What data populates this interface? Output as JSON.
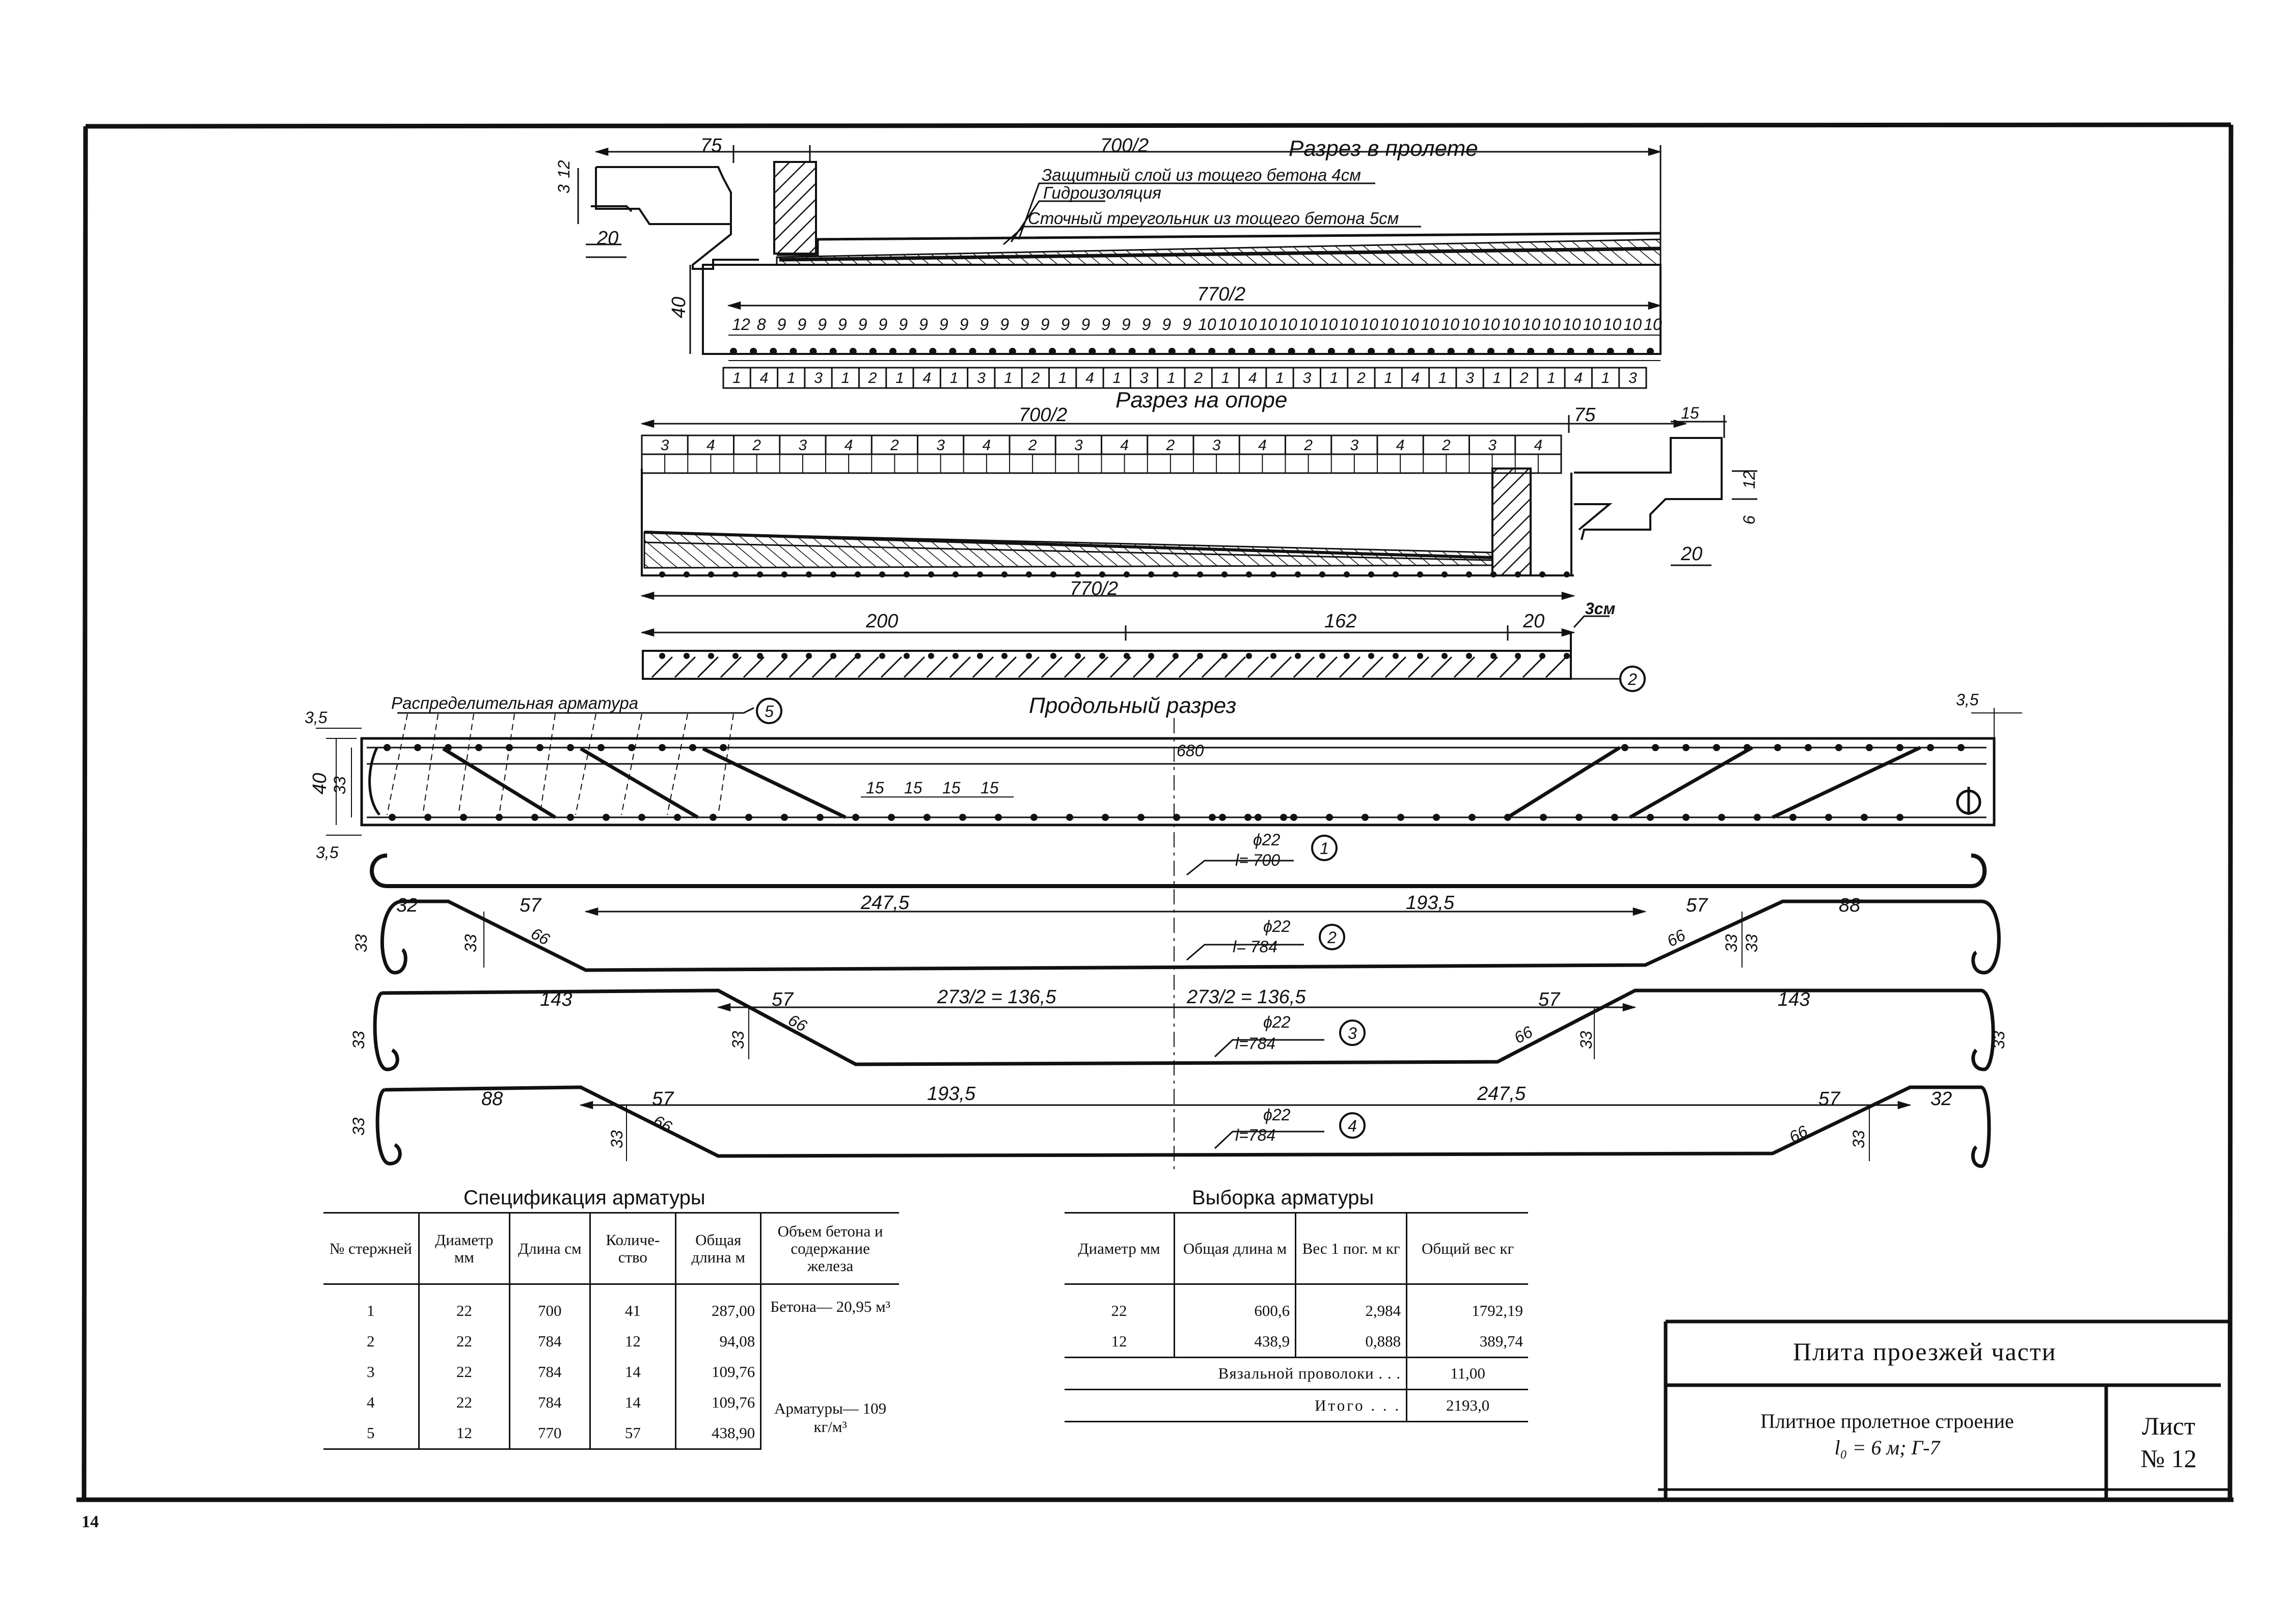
{
  "page_number": "14",
  "sections": {
    "span": "Разрез в пролете",
    "support": "Разрез на опоре",
    "longitudinal": "Продольный разрез"
  },
  "annotations": {
    "protective": "Защитный слой из тощего бетона 4см",
    "waterproof": "Гидроизоляция",
    "drain": "Сточный треугольник из тощего бетона 5см",
    "distribution": "Распределительная арматура",
    "cm3": "3см"
  },
  "span_section": {
    "dims": [
      "75",
      "700/2",
      "3",
      "12",
      "20",
      "40",
      "770/2"
    ],
    "spacings": [
      "12",
      "8",
      "9",
      "9",
      "9",
      "9",
      "9",
      "9",
      "9",
      "9",
      "9",
      "9",
      "9",
      "9",
      "9",
      "9",
      "9",
      "9",
      "9",
      "9",
      "9",
      "9",
      "9",
      "10",
      "10",
      "10",
      "10",
      "10",
      "10",
      "10",
      "10",
      "10",
      "10",
      "10",
      "10",
      "10",
      "10",
      "10",
      "10",
      "10",
      "10",
      "10",
      "10",
      "10",
      "10",
      "10"
    ],
    "bars": [
      "1",
      "4",
      "1",
      "3",
      "1",
      "2",
      "1",
      "4",
      "1",
      "3",
      "1",
      "2",
      "1",
      "4",
      "1",
      "3",
      "1",
      "2",
      "1",
      "4",
      "1",
      "3",
      "1",
      "2",
      "1",
      "4",
      "1",
      "3",
      "1",
      "2",
      "1",
      "4",
      "1",
      "3"
    ]
  },
  "support_section": {
    "dims": [
      "700/2",
      "75",
      "15",
      "12",
      "6",
      "20",
      "770/2",
      "200",
      "162",
      "20"
    ],
    "bars_top": [
      "3",
      "4",
      "2",
      "3",
      "4",
      "2",
      "3",
      "4",
      "2",
      "3",
      "4",
      "2",
      "3",
      "4",
      "2",
      "3",
      "4",
      "2",
      "3",
      "4"
    ],
    "marker": "2"
  },
  "long_section": {
    "dims": [
      "3,5",
      "40",
      "33",
      "3,5",
      "680",
      "15",
      "15",
      "15",
      "15",
      "3,5"
    ],
    "marker": "5"
  },
  "bars": [
    {
      "mark": "1",
      "dia": "ϕ22",
      "len": "l= 700",
      "dims": []
    },
    {
      "mark": "2",
      "dia": "ϕ22",
      "len": "l= 784",
      "dims": [
        "32",
        "57",
        "66",
        "247,5",
        "193,5",
        "57",
        "66",
        "88",
        "33",
        "33",
        "33",
        "33"
      ]
    },
    {
      "mark": "3",
      "dia": "ϕ22",
      "len": "l=784",
      "dims": [
        "143",
        "57",
        "66",
        "273/2 = 136,5",
        "273/2 = 136,5",
        "57",
        "66",
        "143",
        "33",
        "33",
        "33",
        "33"
      ]
    },
    {
      "mark": "4",
      "dia": "ϕ22",
      "len": "l=784",
      "dims": [
        "88",
        "57",
        "66",
        "193,5",
        "247,5",
        "57",
        "66",
        "32",
        "33",
        "33",
        "33"
      ]
    }
  ],
  "spec_table": {
    "title": "Спецификация арматуры",
    "headers": [
      "№ стержней",
      "Диаметр мм",
      "Длина см",
      "Количе-ство",
      "Общая длина м",
      "Объем бетона и содержание железа"
    ],
    "rows": [
      [
        "1",
        "22",
        "700",
        "41",
        "287,00"
      ],
      [
        "2",
        "22",
        "784",
        "12",
        "94,08"
      ],
      [
        "3",
        "22",
        "784",
        "14",
        "109,76"
      ],
      [
        "4",
        "22",
        "784",
        "14",
        "109,76"
      ],
      [
        "5",
        "12",
        "770",
        "57",
        "438,90"
      ]
    ],
    "notes": [
      "Бетона— 20,95 м³",
      "Арматуры— 109 кг/м³"
    ]
  },
  "selection_table": {
    "title": "Выборка арматуры",
    "headers": [
      "Диаметр мм",
      "Общая длина м",
      "Вес 1 пог. м кг",
      "Общий вес кг"
    ],
    "rows": [
      [
        "22",
        "600,6",
        "2,984",
        "1792,19"
      ],
      [
        "12",
        "438,9",
        "0,888",
        "389,74"
      ]
    ],
    "wire_label": "Вязальной проволоки . . .",
    "wire_value": "11,00",
    "total_label": "Итого . . .",
    "total_value": "2193,0"
  },
  "title_block": {
    "title": "Плита проезжей части",
    "subtitle_line1": "Плитное пролетное строение",
    "subtitle_line2": "l₀ = 6 м; Г-7",
    "sheet_label": "Лист",
    "sheet_number": "№ 12"
  }
}
